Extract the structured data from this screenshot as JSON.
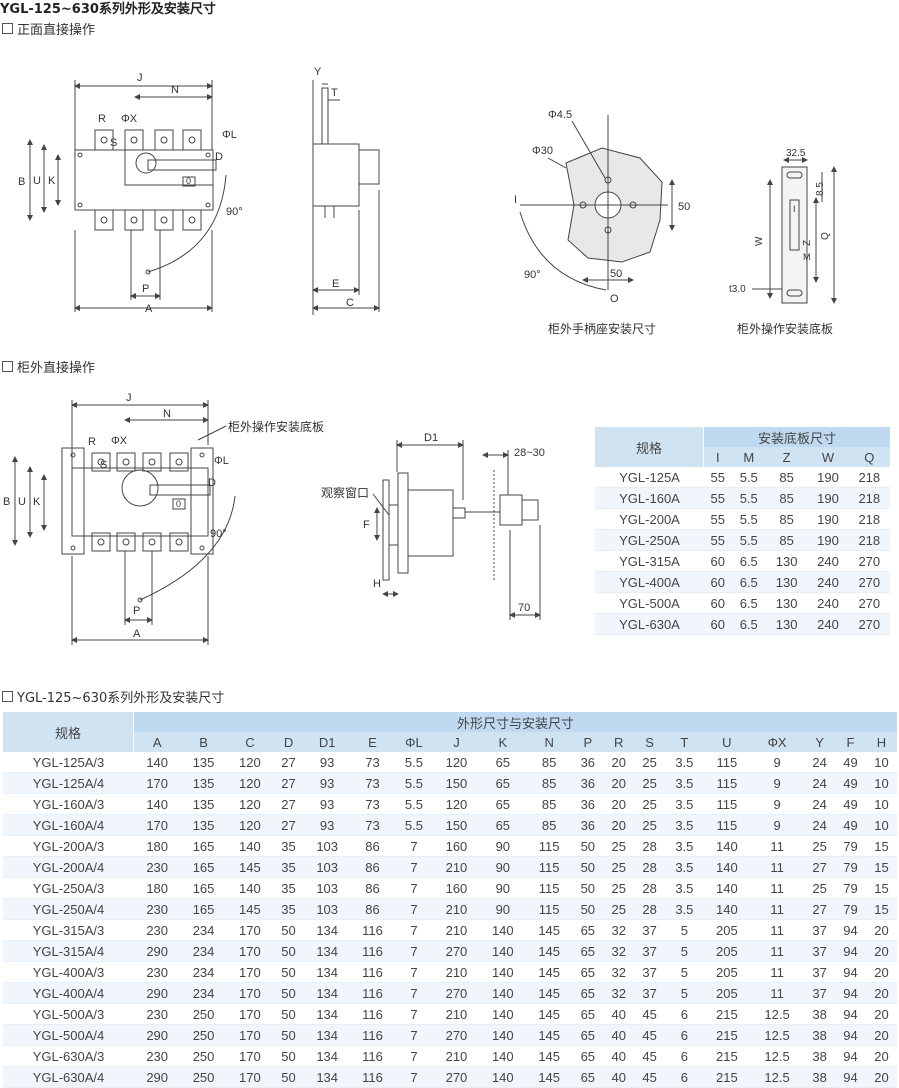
{
  "page_title": "YGL-125~630系列外形及安装尺寸",
  "sections": {
    "front": "正面直接操作",
    "cabinet": "柜外直接操作",
    "dims": "YGL-125~630系列外形及安装尺寸"
  },
  "captions": {
    "handle_seat": "柜外手柄座安装尺寸",
    "base_plate": "柜外操作安装底板",
    "base_plate_label": "柜外操作安装底板",
    "window": "观察窗口"
  },
  "diagram1": {
    "J": "J",
    "N": "N",
    "R": "R",
    "S": "S",
    "X": "ΦX",
    "L": "ΦL",
    "D": "D",
    "B": "B",
    "U": "U",
    "K": "K",
    "P": "P",
    "A": "A",
    "angle": "90°",
    "Y": "Y",
    "T": "T",
    "E": "E",
    "C": "C",
    "zero": "0"
  },
  "diagram2": {
    "d45": "Φ4.5",
    "d30": "Φ30",
    "I": "I",
    "O": "O",
    "v50": "50",
    "h50": "50",
    "angle": "90°"
  },
  "diagram3": {
    "w325": "32.5",
    "v85": "8.5",
    "t30": "t3.0",
    "W": "W",
    "Z": "Z",
    "Q": "Q",
    "M": "M",
    "I": "I"
  },
  "diagram4": {
    "J": "J",
    "N": "N",
    "R": "R",
    "S": "S",
    "X": "ΦX",
    "L": "ΦL",
    "D": "D",
    "B": "B",
    "U": "U",
    "K": "K",
    "P": "P",
    "A": "A",
    "angle": "90°",
    "zero": "0"
  },
  "diagram5": {
    "D1": "D1",
    "r2830": "28~30",
    "F": "F",
    "H": "H",
    "v70": "70"
  },
  "mount_table": {
    "spec": "规格",
    "group": "安装底板尺寸",
    "cols": [
      "I",
      "M",
      "Z",
      "W",
      "Q"
    ],
    "rows": [
      [
        "YGL-125A",
        "55",
        "5.5",
        "85",
        "190",
        "218"
      ],
      [
        "YGL-160A",
        "55",
        "5.5",
        "85",
        "190",
        "218"
      ],
      [
        "YGL-200A",
        "55",
        "5.5",
        "85",
        "190",
        "218"
      ],
      [
        "YGL-250A",
        "55",
        "5.5",
        "85",
        "190",
        "218"
      ],
      [
        "YGL-315A",
        "60",
        "6.5",
        "130",
        "240",
        "270"
      ],
      [
        "YGL-400A",
        "60",
        "6.5",
        "130",
        "240",
        "270"
      ],
      [
        "YGL-500A",
        "60",
        "6.5",
        "130",
        "240",
        "270"
      ],
      [
        "YGL-630A",
        "60",
        "6.5",
        "130",
        "240",
        "270"
      ]
    ]
  },
  "dims_table": {
    "spec": "规格",
    "group": "外形尺寸与安装尺寸",
    "cols": [
      "A",
      "B",
      "C",
      "D",
      "D1",
      "E",
      "ΦL",
      "J",
      "K",
      "N",
      "P",
      "R",
      "S",
      "T",
      "U",
      "ΦX",
      "Y",
      "F",
      "H"
    ],
    "rows": [
      [
        "YGL-125A/3",
        "140",
        "135",
        "120",
        "27",
        "93",
        "73",
        "5.5",
        "120",
        "65",
        "85",
        "36",
        "20",
        "25",
        "3.5",
        "115",
        "9",
        "24",
        "49",
        "10"
      ],
      [
        "YGL-125A/4",
        "170",
        "135",
        "120",
        "27",
        "93",
        "73",
        "5.5",
        "150",
        "65",
        "85",
        "36",
        "20",
        "25",
        "3.5",
        "115",
        "9",
        "24",
        "49",
        "10"
      ],
      [
        "YGL-160A/3",
        "140",
        "135",
        "120",
        "27",
        "93",
        "73",
        "5.5",
        "120",
        "65",
        "85",
        "36",
        "20",
        "25",
        "3.5",
        "115",
        "9",
        "24",
        "49",
        "10"
      ],
      [
        "YGL-160A/4",
        "170",
        "135",
        "120",
        "27",
        "93",
        "73",
        "5.5",
        "150",
        "65",
        "85",
        "36",
        "20",
        "25",
        "3.5",
        "115",
        "9",
        "24",
        "49",
        "10"
      ],
      [
        "YGL-200A/3",
        "180",
        "165",
        "140",
        "35",
        "103",
        "86",
        "7",
        "160",
        "90",
        "115",
        "50",
        "25",
        "28",
        "3.5",
        "140",
        "11",
        "25",
        "79",
        "15"
      ],
      [
        "YGL-200A/4",
        "230",
        "165",
        "145",
        "35",
        "103",
        "86",
        "7",
        "210",
        "90",
        "115",
        "50",
        "25",
        "28",
        "3.5",
        "140",
        "11",
        "27",
        "79",
        "15"
      ],
      [
        "YGL-250A/3",
        "180",
        "165",
        "140",
        "35",
        "103",
        "86",
        "7",
        "160",
        "90",
        "115",
        "50",
        "25",
        "28",
        "3.5",
        "140",
        "11",
        "25",
        "79",
        "15"
      ],
      [
        "YGL-250A/4",
        "230",
        "165",
        "145",
        "35",
        "103",
        "86",
        "7",
        "210",
        "90",
        "115",
        "50",
        "25",
        "28",
        "3.5",
        "140",
        "11",
        "27",
        "79",
        "15"
      ],
      [
        "YGL-315A/3",
        "230",
        "234",
        "170",
        "50",
        "134",
        "116",
        "7",
        "210",
        "140",
        "145",
        "65",
        "32",
        "37",
        "5",
        "205",
        "11",
        "37",
        "94",
        "20"
      ],
      [
        "YGL-315A/4",
        "290",
        "234",
        "170",
        "50",
        "134",
        "116",
        "7",
        "270",
        "140",
        "145",
        "65",
        "32",
        "37",
        "5",
        "205",
        "11",
        "37",
        "94",
        "20"
      ],
      [
        "YGL-400A/3",
        "230",
        "234",
        "170",
        "50",
        "134",
        "116",
        "7",
        "210",
        "140",
        "145",
        "65",
        "32",
        "37",
        "5",
        "205",
        "11",
        "37",
        "94",
        "20"
      ],
      [
        "YGL-400A/4",
        "290",
        "234",
        "170",
        "50",
        "134",
        "116",
        "7",
        "270",
        "140",
        "145",
        "65",
        "32",
        "37",
        "5",
        "205",
        "11",
        "37",
        "94",
        "20"
      ],
      [
        "YGL-500A/3",
        "230",
        "250",
        "170",
        "50",
        "134",
        "116",
        "7",
        "210",
        "140",
        "145",
        "65",
        "40",
        "45",
        "6",
        "215",
        "12.5",
        "38",
        "94",
        "20"
      ],
      [
        "YGL-500A/4",
        "290",
        "250",
        "170",
        "50",
        "134",
        "116",
        "7",
        "270",
        "140",
        "145",
        "65",
        "40",
        "45",
        "6",
        "215",
        "12.5",
        "38",
        "94",
        "20"
      ],
      [
        "YGL-630A/3",
        "230",
        "250",
        "170",
        "50",
        "134",
        "116",
        "7",
        "210",
        "140",
        "145",
        "65",
        "40",
        "45",
        "6",
        "215",
        "12.5",
        "38",
        "94",
        "20"
      ],
      [
        "YGL-630A/4",
        "290",
        "250",
        "170",
        "50",
        "134",
        "116",
        "7",
        "270",
        "140",
        "145",
        "65",
        "40",
        "45",
        "6",
        "215",
        "12.5",
        "38",
        "94",
        "20"
      ]
    ]
  }
}
